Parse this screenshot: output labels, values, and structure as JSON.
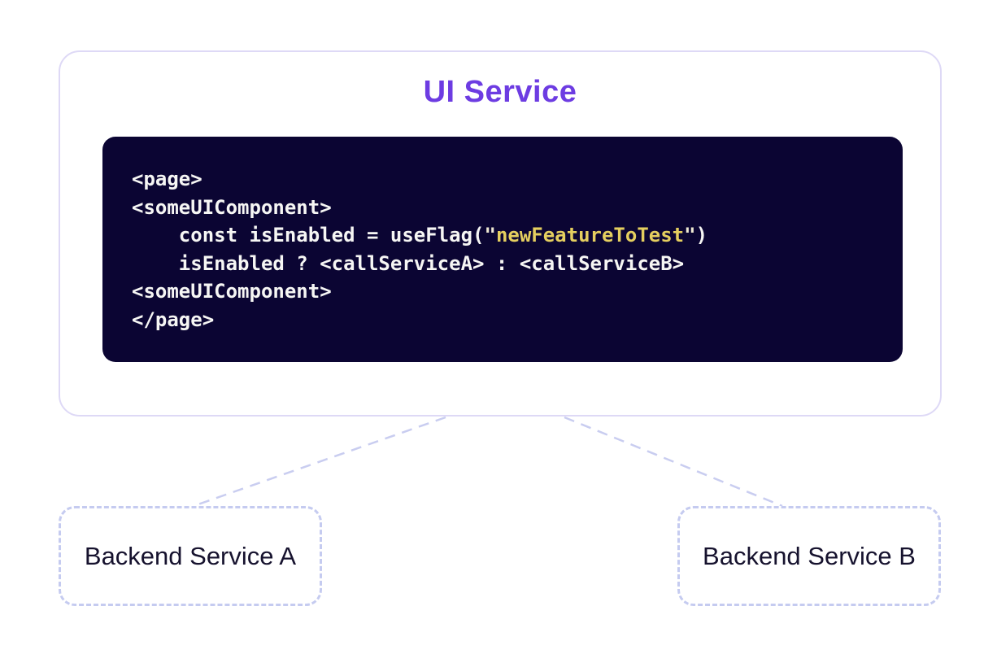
{
  "diagram": {
    "title": "UI Service",
    "code_block": {
      "lines": [
        {
          "segments": [
            {
              "text": "<page>",
              "style": "plain"
            }
          ]
        },
        {
          "segments": [
            {
              "text": "<someUIComponent>",
              "style": "plain"
            }
          ]
        },
        {
          "segments": [
            {
              "text": "    const isEnabled = useFlag(",
              "style": "plain"
            },
            {
              "text": "\"",
              "style": "quote"
            },
            {
              "text": "newFeatureToTest",
              "style": "string"
            },
            {
              "text": "\"",
              "style": "quote"
            },
            {
              "text": ")",
              "style": "plain"
            }
          ]
        },
        {
          "segments": [
            {
              "text": "    isEnabled ? <callServiceA> : <callServiceB>",
              "style": "plain"
            }
          ]
        },
        {
          "segments": [
            {
              "text": "<someUIComponent>",
              "style": "plain"
            }
          ]
        },
        {
          "segments": [
            {
              "text": "</page>",
              "style": "plain"
            }
          ]
        }
      ]
    },
    "backend_a": {
      "label": "Backend Service A"
    },
    "backend_b": {
      "label": "Backend Service B"
    },
    "colors": {
      "title": "#6d3ce2",
      "code_background": "#0b0533",
      "code_text": "#f6f6f4",
      "code_string": "#e5cf5f",
      "outer_border": "#ded9f6",
      "dashed_border": "#c5cbf0",
      "connector": "#c9cdf0",
      "backend_text": "#16122e"
    }
  }
}
